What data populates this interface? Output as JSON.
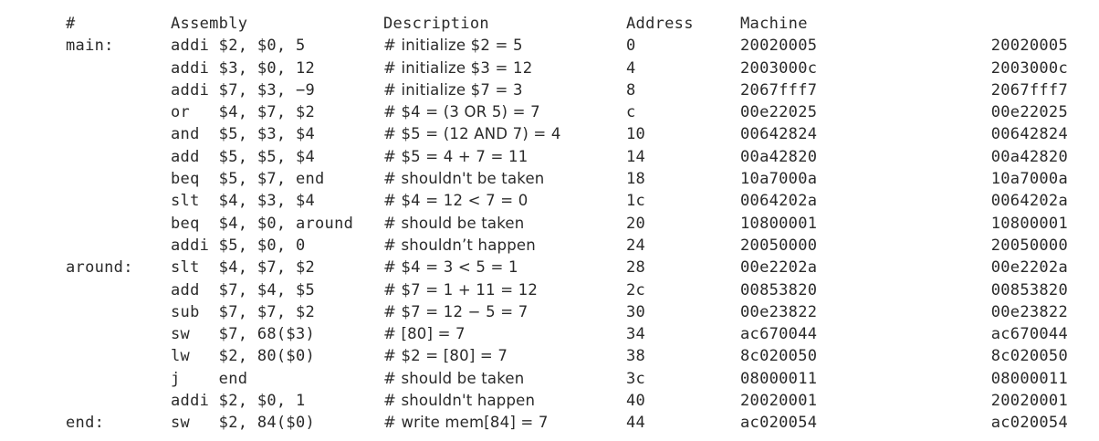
{
  "header": {
    "label": "#",
    "assembly": "Assembly",
    "description": "Description",
    "address": "Address",
    "machine": "Machine"
  },
  "rows": [
    {
      "label": "main:",
      "asm": "addi $2, $0, 5",
      "desc": "# initialize $2 = 5",
      "addr": "0",
      "mach": "20020005",
      "mach2": "20020005"
    },
    {
      "label": "",
      "asm": "addi $3, $0, 12",
      "desc": "# initialize $3 = 12",
      "addr": "4",
      "mach": "2003000c",
      "mach2": "2003000c"
    },
    {
      "label": "",
      "asm": "addi $7, $3, −9",
      "desc": "# initialize $7 = 3",
      "addr": "8",
      "mach": "2067fff7",
      "mach2": "2067fff7"
    },
    {
      "label": "",
      "asm": "or   $4, $7, $2",
      "desc": "# $4 = (3 OR 5) = 7",
      "addr": "c",
      "mach": "00e22025",
      "mach2": "00e22025"
    },
    {
      "label": "",
      "asm": "and  $5, $3, $4",
      "desc": "# $5 = (12 AND 7) = 4",
      "addr": "10",
      "mach": "00642824",
      "mach2": "00642824"
    },
    {
      "label": "",
      "asm": "add  $5, $5, $4",
      "desc": "# $5 = 4 + 7 = 11",
      "addr": "14",
      "mach": "00a42820",
      "mach2": "00a42820"
    },
    {
      "label": "",
      "asm": "beq  $5, $7, end",
      "desc": "# shouldn't be taken",
      "addr": "18",
      "mach": "10a7000a",
      "mach2": "10a7000a"
    },
    {
      "label": "",
      "asm": "slt  $4, $3, $4",
      "desc": "# $4 = 12 < 7 = 0",
      "addr": "1c",
      "mach": "0064202a",
      "mach2": "0064202a"
    },
    {
      "label": "",
      "asm": "beq  $4, $0, around",
      "desc": "# should be taken",
      "addr": "20",
      "mach": "10800001",
      "mach2": "10800001"
    },
    {
      "label": "",
      "asm": "addi $5, $0, 0",
      "desc": "# shouldn’t happen",
      "addr": "24",
      "mach": "20050000",
      "mach2": "20050000"
    },
    {
      "label": "around:",
      "asm": "slt  $4, $7, $2",
      "desc": "# $4 = 3 < 5 = 1",
      "addr": "28",
      "mach": "00e2202a",
      "mach2": "00e2202a"
    },
    {
      "label": "",
      "asm": "add  $7, $4, $5",
      "desc": "# $7 = 1 + 11 = 12",
      "addr": "2c",
      "mach": "00853820",
      "mach2": "00853820"
    },
    {
      "label": "",
      "asm": "sub  $7, $7, $2",
      "desc": "# $7 = 12 − 5 = 7",
      "addr": "30",
      "mach": "00e23822",
      "mach2": "00e23822"
    },
    {
      "label": "",
      "asm": "sw   $7, 68($3)",
      "desc": "# [80] = 7",
      "addr": "34",
      "mach": "ac670044",
      "mach2": "ac670044"
    },
    {
      "label": "",
      "asm": "lw   $2, 80($0)",
      "desc": "# $2 = [80] = 7",
      "addr": "38",
      "mach": "8c020050",
      "mach2": "8c020050"
    },
    {
      "label": "",
      "asm": "j    end",
      "desc": "# should be taken",
      "addr": "3c",
      "mach": "08000011",
      "mach2": "08000011"
    },
    {
      "label": "",
      "asm": "addi $2, $0, 1",
      "desc": "# shouldn't happen",
      "addr": "40",
      "mach": "20020001",
      "mach2": "20020001"
    },
    {
      "label": "end:",
      "asm": "sw   $2, 84($0)",
      "desc": "# write mem[84] = 7",
      "addr": "44",
      "mach": "ac020054",
      "mach2": "ac020054"
    }
  ]
}
